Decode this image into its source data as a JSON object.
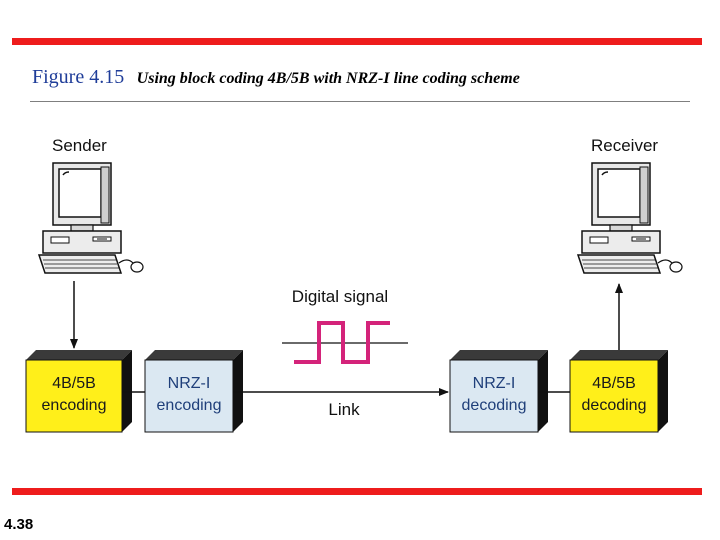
{
  "header": {
    "figure_label": "Figure 4.15",
    "caption": "Using block coding 4B/5B with NRZ-I line coding scheme"
  },
  "diagram": {
    "sender_label": "Sender",
    "receiver_label": "Receiver",
    "signal_label": "Digital signal",
    "link_label": "Link",
    "blocks": {
      "enc_4b5b": [
        "4B/5B",
        "encoding"
      ],
      "enc_nrzi": [
        "NRZ-I",
        "encoding"
      ],
      "dec_nrzi": [
        "NRZ-I",
        "decoding"
      ],
      "dec_4b5b": [
        "4B/5B",
        "decoding"
      ]
    }
  },
  "colors": {
    "rule": "#ee1c1c",
    "title_blue": "#1f3d99",
    "block_yellow": "#ffef1a",
    "block_blue": "#dbe8f2",
    "signal": "#d4237a"
  },
  "footer": {
    "page_number": "4.38"
  }
}
